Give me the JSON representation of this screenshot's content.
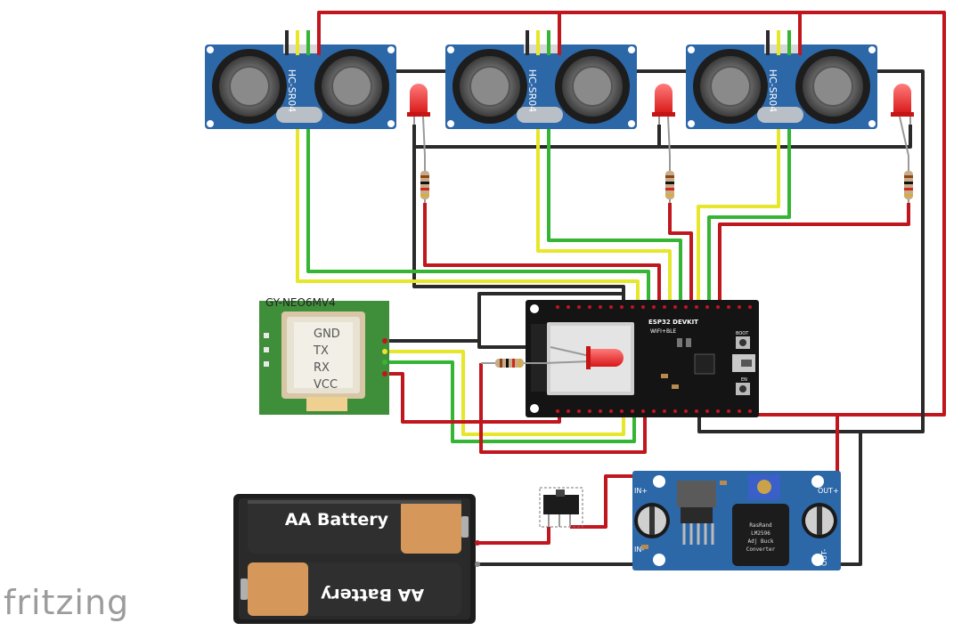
{
  "watermark": "fritzing",
  "gps": {
    "title": "GY-NEO6MV4",
    "pins": [
      "GND",
      "TX",
      "RX",
      "VCC"
    ]
  },
  "esp32": {
    "title": "ESP32 DEVKIT",
    "subtitle": "WIFI+BLE",
    "boot_label": "BOOT",
    "en_label": "EN"
  },
  "sensors": [
    {
      "label": "HC-SR04"
    },
    {
      "label": "HC-SR04"
    },
    {
      "label": "HC-SR04"
    }
  ],
  "battery": {
    "cell_top": "AA Battery",
    "cell_bottom": "AA Battery"
  },
  "buck": {
    "in_plus": "IN+",
    "in_minus": "IN-",
    "out_plus": "OUT+",
    "out_minus": "OUT-",
    "chip_lines": [
      "RasRand",
      "LM2596",
      "Adj Buck",
      "Converter"
    ]
  },
  "colors": {
    "wire_red": "#c0161e",
    "wire_black": "#2a2a2a",
    "wire_yellow": "#e6e62a",
    "wire_green": "#34b534",
    "pcb_blue": "#2c67a8",
    "pcb_green": "#3f8f3a",
    "pcb_black": "#141414"
  }
}
